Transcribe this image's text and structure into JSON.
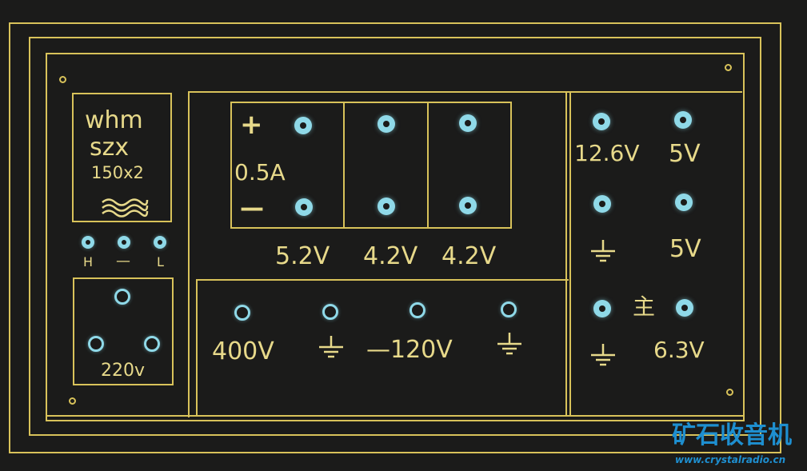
{
  "brand": {
    "line1": "whm",
    "line2": "szx",
    "line3": "150x2"
  },
  "selector": {
    "h": "H",
    "mid": "—",
    "l": "L"
  },
  "mains": {
    "label": "220v"
  },
  "bias": {
    "plus": "+",
    "minus": "—",
    "current": "0.5A",
    "v1": "5.2V",
    "v2": "4.2V",
    "v3": "4.2V"
  },
  "hv": {
    "v400": "400V",
    "v120": "—120V"
  },
  "heater": {
    "v126": "12.6V",
    "v5a": "5V",
    "v5b": "5V",
    "main_char": "主",
    "v63": "6.3V"
  },
  "watermark": {
    "title": "矿石收音机",
    "url": "www.crystalradio.cn"
  },
  "colors": {
    "line": "#d8c25a",
    "text": "#e7d98a",
    "jack": "#8fd9e8",
    "background": "#1b1b1a",
    "watermark": "#1e8fd0"
  },
  "icons": {
    "ground": "ground-icon",
    "jack": "jack-terminal-icon",
    "screw": "screw-hole-icon",
    "hum": "wave-icon"
  }
}
